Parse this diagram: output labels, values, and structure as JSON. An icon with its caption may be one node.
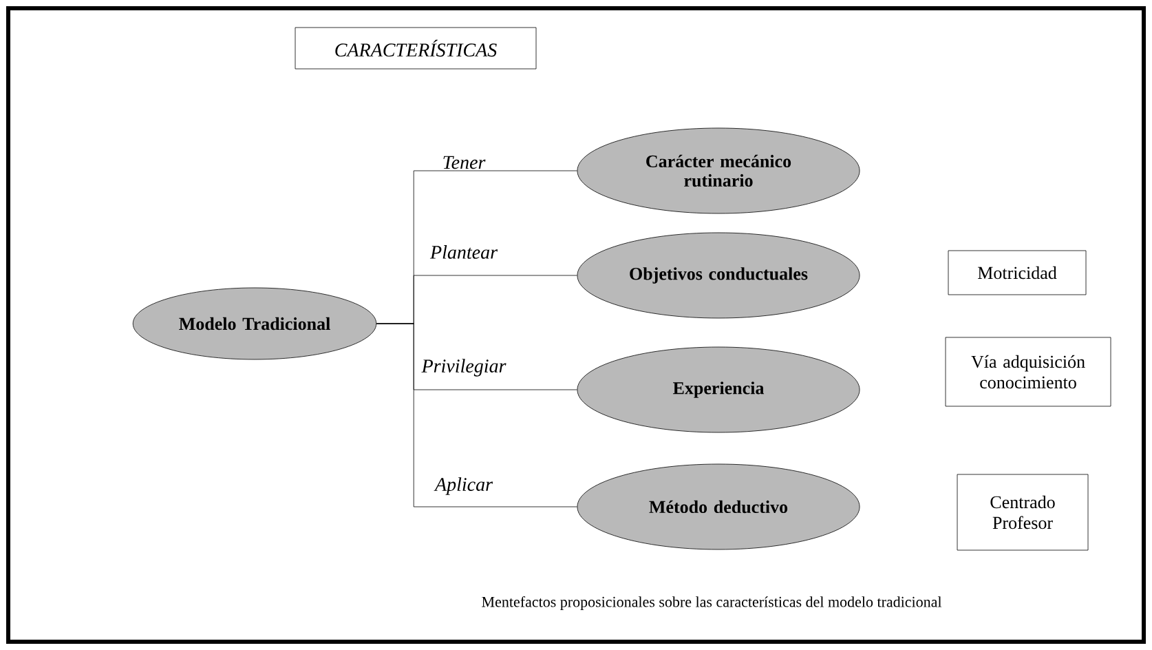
{
  "diagram": {
    "title": "CARACTERÍSTICAS",
    "caption": "Mentefactos proposicionales sobre las características del modelo tradicional",
    "nodes": [
      {
        "text": [
          "Modelo Tradicional"
        ]
      },
      {
        "text": [
          "Carácter mecánico rutinario"
        ]
      },
      {
        "text": [
          "Objetivos conductuales"
        ]
      },
      {
        "text": [
          "Motricidad"
        ]
      },
      {
        "text": [
          "Experiencia"
        ]
      },
      {
        "text": [
          "Vía adquisición conocimiento"
        ]
      },
      {
        "text": [
          "Método deductivo"
        ]
      },
      {
        "text": [
          "Centrado Profesor"
        ]
      }
    ],
    "edges": [
      {
        "from": 0,
        "to": 1,
        "arrow": "none",
        "label": "Tener"
      },
      {
        "from": 0,
        "to": 2,
        "arrow": "none",
        "label": "Plantear"
      },
      {
        "from": 0,
        "to": 4,
        "arrow": "none",
        "label": "Privilegiar"
      },
      {
        "from": 0,
        "to": 6,
        "arrow": "none",
        "label": "Aplicar"
      }
    ]
  }
}
